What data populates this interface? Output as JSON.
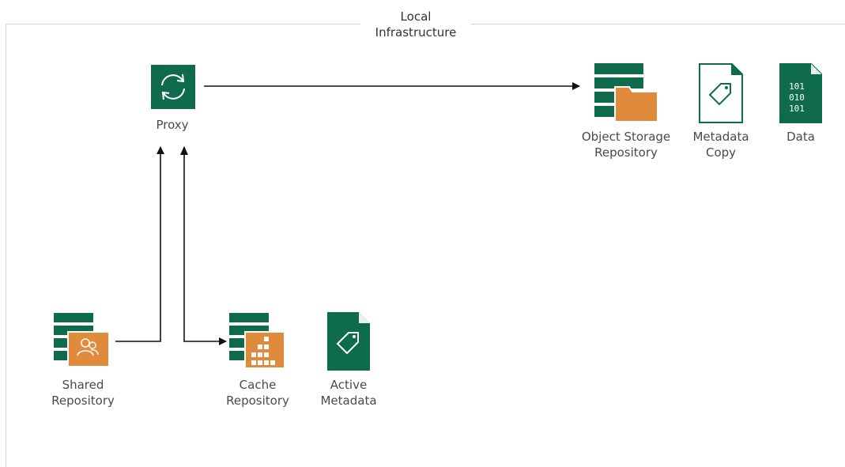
{
  "diagram": {
    "title_line1": "Local",
    "title_line2": "Infrastructure",
    "nodes": {
      "proxy": {
        "label": "Proxy"
      },
      "object_storage": {
        "label_line1": "Object Storage",
        "label_line2": "Repository"
      },
      "metadata_copy": {
        "label_line1": "Metadata",
        "label_line2": "Copy"
      },
      "data": {
        "label": "Data",
        "binary_text": [
          "101",
          "010",
          "101"
        ]
      },
      "shared_repo": {
        "label_line1": "Shared",
        "label_line2": "Repository"
      },
      "cache_repo": {
        "label_line1": "Cache",
        "label_line2": "Repository"
      },
      "active_metadata": {
        "label_line1": "Active",
        "label_line2": "Metadata"
      }
    },
    "colors": {
      "green": "#0e6b4d",
      "orange": "#e08a3c",
      "arrow": "#111111"
    }
  }
}
